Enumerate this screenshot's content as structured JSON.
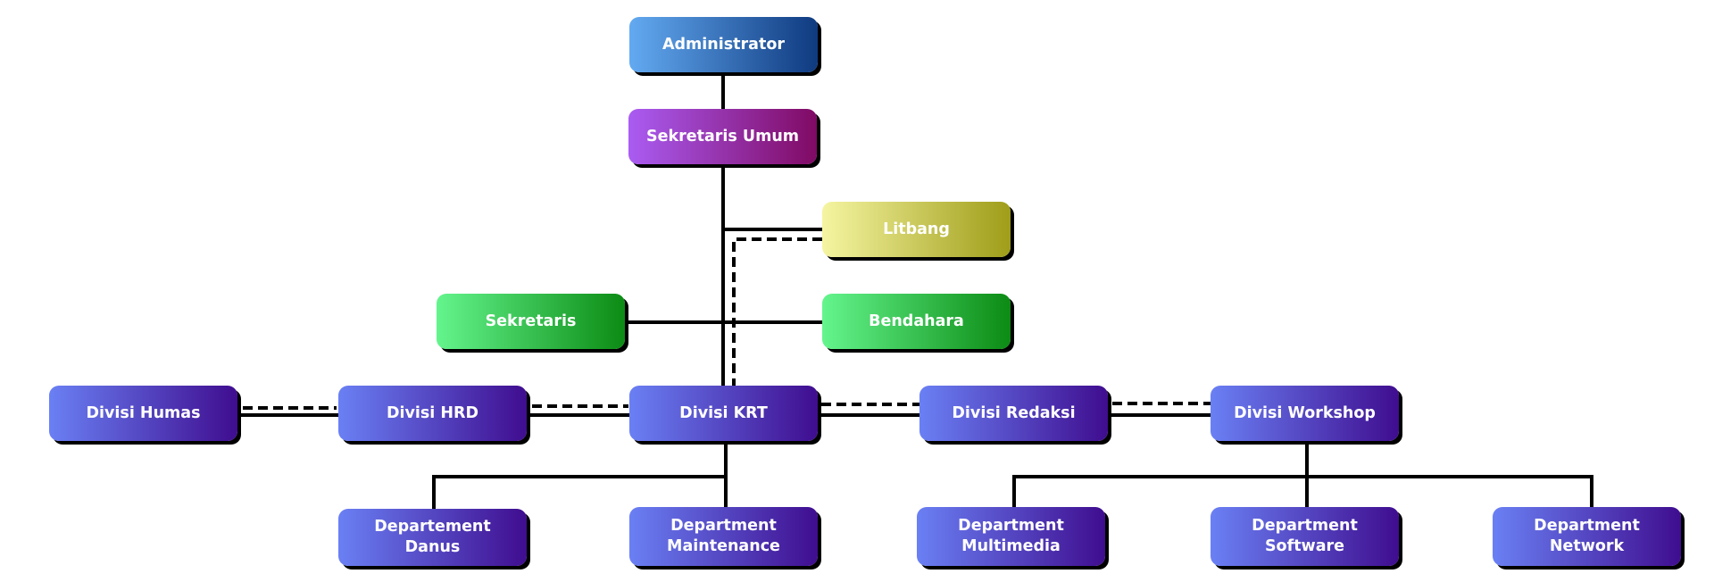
{
  "nodes": {
    "administrator": "Administrator",
    "sekretaris_umum": "Sekretaris Umum",
    "litbang": "Litbang",
    "sekretaris": "Sekretaris",
    "bendahara": "Bendahara",
    "divisi_humas": "Divisi Humas",
    "divisi_hrd": "Divisi HRD",
    "divisi_krt": "Divisi KRT",
    "divisi_redaksi": "Divisi Redaksi",
    "divisi_workshop": "Divisi Workshop",
    "dept_danus": [
      "Departement",
      "Danus"
    ],
    "dept_maintenance": [
      "Department",
      "Maintenance"
    ],
    "dept_multimedia": [
      "Department",
      "Multimedia"
    ],
    "dept_software": [
      "Department",
      "Software"
    ],
    "dept_network": [
      "Department",
      "Network"
    ]
  },
  "colors": {
    "administrator": [
      "#63aaf1",
      "#0f3a80"
    ],
    "sekretaris_umum": [
      "#aa5cf2",
      "#800a64"
    ],
    "litbang": [
      "#f5f5a2",
      "#9f9d18"
    ],
    "staff_green": [
      "#64f58d",
      "#0c8b14"
    ],
    "division_blue": [
      "#6a80f4",
      "#3f0d8f"
    ],
    "connector": "#000000"
  },
  "connections": {
    "solid": [
      [
        "administrator",
        "sekretaris_umum"
      ],
      [
        "sekretaris_umum",
        "divisi_krt"
      ],
      [
        "sekretaris_umum",
        "litbang"
      ],
      [
        "sekretaris",
        "bendahara"
      ],
      [
        "divisi_humas",
        "divisi_hrd"
      ],
      [
        "divisi_hrd",
        "divisi_krt"
      ],
      [
        "divisi_krt",
        "divisi_redaksi"
      ],
      [
        "divisi_redaksi",
        "divisi_workshop"
      ],
      [
        "divisi_krt",
        "dept_danus"
      ],
      [
        "divisi_krt",
        "dept_maintenance"
      ],
      [
        "divisi_workshop",
        "dept_multimedia"
      ],
      [
        "divisi_workshop",
        "dept_software"
      ],
      [
        "divisi_workshop",
        "dept_network"
      ]
    ],
    "dashed": [
      [
        "litbang",
        "divisi_krt"
      ],
      [
        "divisi_humas",
        "divisi_hrd"
      ],
      [
        "divisi_hrd",
        "divisi_krt"
      ],
      [
        "divisi_krt",
        "divisi_redaksi"
      ],
      [
        "divisi_redaksi",
        "divisi_workshop"
      ]
    ]
  }
}
